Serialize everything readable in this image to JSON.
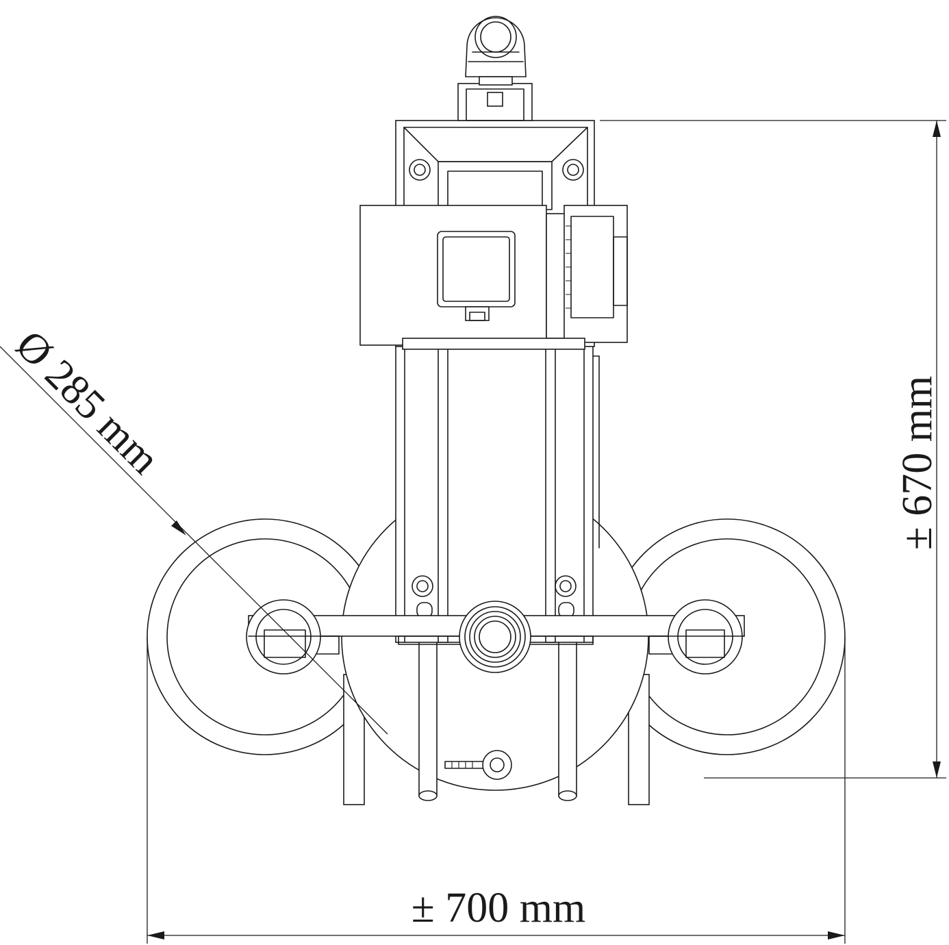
{
  "dimensions": {
    "diameter": "Ø 285 mm",
    "height": "±  670 mm",
    "width": "±  700 mm"
  },
  "colors": {
    "line": "#1a1a1a",
    "background": "#ffffff"
  }
}
